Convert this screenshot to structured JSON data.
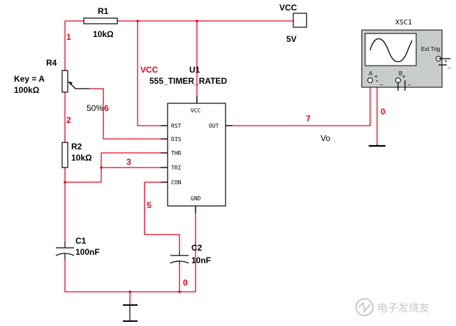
{
  "components": {
    "r1": {
      "ref": "R1",
      "value": "10kΩ"
    },
    "r4": {
      "ref": "R4",
      "key": "Key = A",
      "value": "100kΩ",
      "percent": "50%"
    },
    "r2": {
      "ref": "R2",
      "value": "10kΩ"
    },
    "c1": {
      "ref": "C1",
      "value": "100nF"
    },
    "c2": {
      "ref": "C2",
      "value": "10nF"
    },
    "u1": {
      "ref": "U1",
      "model": "555_TIMER_RATED",
      "pins": {
        "vcc": "VCC",
        "rst": "RST",
        "dis": "DIS",
        "thr": "THR",
        "tri": "TRI",
        "con": "CON",
        "out": "OUT",
        "gnd": "GND"
      }
    },
    "vcc_source": {
      "name": "VCC",
      "value": "5V"
    },
    "scope": {
      "ref": "XSC1",
      "ext_trig": "Ext Trig",
      "channel_a": "A",
      "channel_b": "B",
      "plus": "+",
      "minus": "_"
    }
  },
  "nets": {
    "n1": "1",
    "n2": "2",
    "n3": "3",
    "n5": "5",
    "n6": "6",
    "n7": "7",
    "n0_out": "0",
    "n0_gnd": "0",
    "vcc": "VCC",
    "vo": "Vo"
  },
  "watermark": "电子发烧友"
}
